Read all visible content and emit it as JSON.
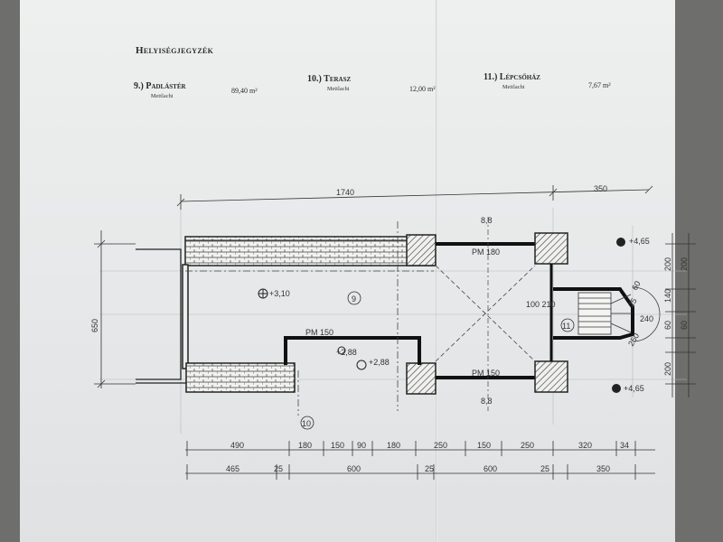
{
  "room_list": {
    "title": "Helyiségjegyzék",
    "rooms": [
      {
        "name": "9.) Padlástér",
        "finish": "Mettlachi",
        "area": "89,40 m²"
      },
      {
        "name": "10.) Terasz",
        "finish": "Mettlachi",
        "area": "12,00 m²"
      },
      {
        "name": "11.) Lépcsőház",
        "finish": "Mettlachi",
        "area": "7,67 m²"
      }
    ]
  },
  "dimensions": {
    "top_total": "1740",
    "top_right": "350",
    "left_height": "650",
    "row1": [
      "490",
      "180",
      "150",
      "90",
      "180",
      "250",
      "150",
      "250",
      "320",
      "34"
    ],
    "row2": [
      "465",
      "25",
      "600",
      "25",
      "600",
      "25",
      "350"
    ],
    "right_col": [
      "200",
      "200",
      "140",
      "60",
      "60",
      "200"
    ]
  },
  "annotations": {
    "level_main": "+3,10",
    "level_right_top": "+4,65",
    "level_right_bottom": "+4,65",
    "level_center": "+2,88",
    "level_lower": "+2,88",
    "room_9": "9",
    "room_11": "11",
    "room_10": "10",
    "beam_top": "PM 180",
    "beam_mid": "PM 150",
    "beam_bottom": "PM 150",
    "note_top": "8,8",
    "note_bottom": "8,8",
    "note_mid": "100 210",
    "stair_levels": [
      "60",
      "25",
      "240",
      "250"
    ]
  }
}
